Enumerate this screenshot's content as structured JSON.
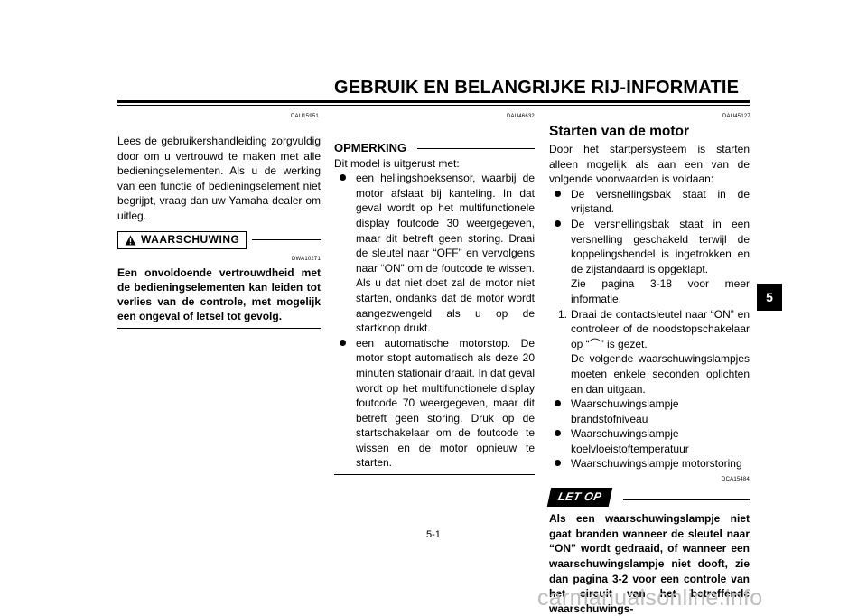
{
  "header": {
    "title": "GEBRUIK EN BELANGRIJKE RIJ-INFORMATIE"
  },
  "left": {
    "code": "DAU15951",
    "intro": "Lees de gebruikershandleiding zorgvuldig door om u vertrouwd te maken met alle bedieningselementen. Als u de werking van een functie of bedieningselement niet begrijpt, vraag dan uw Yamaha dealer om uitleg.",
    "warning_label": "WAARSCHUWING",
    "warning_icon": "warning-triangle-icon",
    "warning_code": "DWA10271",
    "warning_text": "Een onvoldoende vertrouwdheid met de bedieningselementen kan leiden tot verlies van de controle, met mogelijk een ongeval of letsel tot gevolg."
  },
  "middle": {
    "code": "DAU46632",
    "note_label": "OPMERKING",
    "intro": "Dit model is uitgerust met:",
    "bullets": [
      "een hellingshoeksensor, waarbij de motor afslaat bij kanteling. In dat geval wordt op het multifunctionele display foutcode 30 weergegeven, maar dit betreft geen storing. Draai de sleutel naar “OFF” en vervolgens naar “ON” om de foutcode te wissen. Als u dat niet doet zal de motor niet starten, ondanks dat de motor wordt aangezwengeld als u op de startknop drukt.",
      "een automatische motorstop. De motor stopt automatisch als deze 20 minuten stationair draait. In dat geval wordt op het multifunctionele display foutcode 70 weergegeven, maar dit betreft geen storing. Druk op de startschakelaar om de foutcode te wissen en de motor opnieuw te starten."
    ]
  },
  "right": {
    "code": "DAU45127",
    "title": "Starten van de motor",
    "intro": "Door het startpersysteem is starten alleen mogelijk als aan een van de volgende voorwaarden is voldaan:",
    "bullets": [
      "De versnellingsbak staat in de vrijstand.",
      "De versnellingsbak staat in een versnelling geschakeld terwijl de koppelingshendel is ingetrokken en de zijstandaard is opgeklapt."
    ],
    "bullet_note": "Zie pagina 3-18 voor meer informatie.",
    "step_number": "1.",
    "step_text_a": "Draai de contactsleutel naar “ON” en controleer of de noodstopschakelaar op “",
    "step_symbol": "⌒",
    "step_text_b": "” is gezet.",
    "step_detail": "De volgende waarschuwingslampjes moeten enkele seconden oplichten en dan uitgaan.",
    "lamps": [
      "Waarschuwingslampje brandstofniveau",
      "Waarschuwingslampje koelvloeistoftemperatuur",
      "Waarschuwingslampje motorstoring"
    ],
    "caution_code": "DCA15484",
    "caution_label": "LET OP",
    "caution_text": "Als een waarschuwingslampje niet gaat branden wanneer de sleutel naar “ON” wordt gedraaid, of wanneer een waarschuwingslampje niet dooft, zie dan pagina 3-2 voor een controle van het circuit van het betreffende waarschuwings-"
  },
  "side_tab": "5",
  "page_number": "5-1",
  "watermark": "carmanualsonline.info"
}
